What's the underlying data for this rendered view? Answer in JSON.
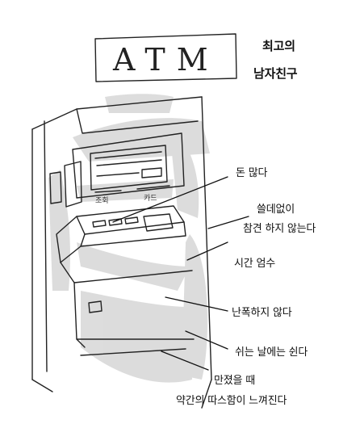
{
  "title": {
    "line1": "최고의",
    "line2": "남자친구"
  },
  "sign": {
    "text": "ATM"
  },
  "machine_labels": {
    "left": "조회",
    "right": "카드"
  },
  "annotations": [
    {
      "id": "money",
      "text": "돈 많다"
    },
    {
      "id": "useless1",
      "text": "쓸데없이"
    },
    {
      "id": "useless2",
      "text": "참견 하지 않는다"
    },
    {
      "id": "time",
      "text": "시간 엄수"
    },
    {
      "id": "gentle",
      "text": "난폭하지 않다"
    },
    {
      "id": "rest",
      "text": "쉬는 날에는 쉰다"
    },
    {
      "id": "touch1",
      "text": "만졌을 때"
    },
    {
      "id": "touch2",
      "text": "약간의 따스함이 느껴진다"
    }
  ]
}
